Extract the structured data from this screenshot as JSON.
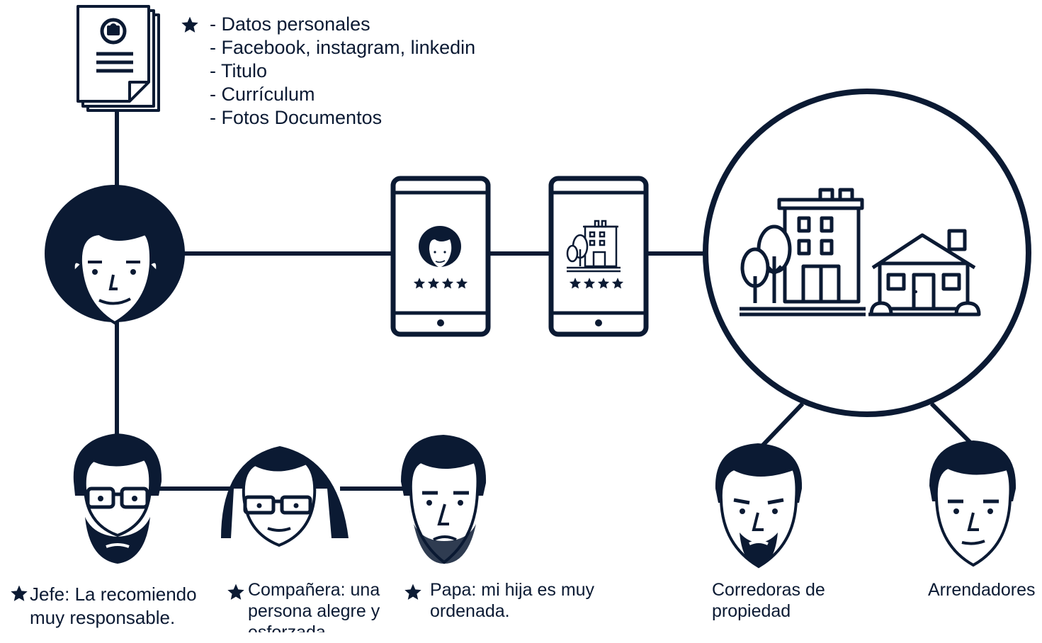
{
  "colors": {
    "ink": "#0b1a33",
    "paper": "#ffffff"
  },
  "icons": [
    "document-stack-icon",
    "applicant-face-icon",
    "phone-profile-icon",
    "phone-property-icon",
    "buildings-icon",
    "boss-face-icon",
    "coworker-face-icon",
    "father-face-icon",
    "broker-face-icon",
    "landlord-face-icon",
    "star-icon"
  ],
  "documents": {
    "items": [
      "- Datos personales",
      "- Facebook, instagram, linkedin",
      "- Titulo",
      "- Currículum",
      "- Fotos Documentos"
    ]
  },
  "references": [
    {
      "line1": "Jefe: La recomiendo",
      "line2": "muy responsable.",
      "line3": ""
    },
    {
      "line1": "Compañera: una",
      "line2": "persona alegre y",
      "line3": "esforzada"
    },
    {
      "line1": "Papa: mi hija es muy",
      "line2": "ordenada.",
      "line3": ""
    }
  ],
  "stakeholders": {
    "brokers": {
      "line1": "Corredoras de",
      "line2": "propiedad"
    },
    "landlords": {
      "line1": "Arrendadores"
    }
  },
  "ratings": {
    "profile_stars": 4,
    "property_stars": 4
  }
}
